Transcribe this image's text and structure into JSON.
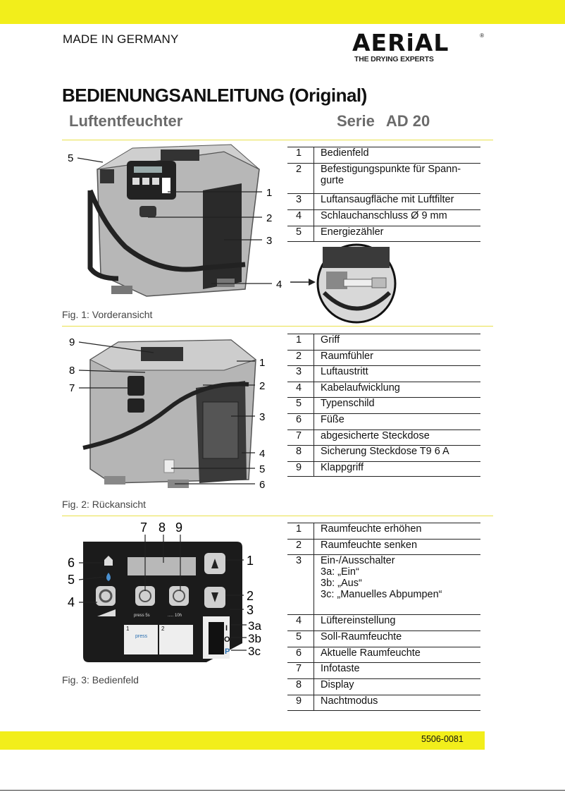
{
  "header": {
    "made_in": "MADE IN GERMANY",
    "logo_word": "AERiAL",
    "logo_reg": "®",
    "logo_tagline": "THE DRYING EXPERTS"
  },
  "title": "BEDIENUNGSANLEITUNG (Original)",
  "subtitle": "Luftentfeuchter",
  "series_label": "Serie",
  "series_value": "AD 20",
  "section1": {
    "caption": "Fig. 1: Vorderansicht",
    "callouts": [
      "5",
      "1",
      "2",
      "3",
      "4"
    ],
    "parts": [
      {
        "num": "1",
        "text": "Bedienfeld"
      },
      {
        "num": "2",
        "text": "Befestigungspunkte für Spann-",
        "text2": "gurte"
      },
      {
        "num": "3",
        "text": "Luftansaugfläche mit Luftfilter"
      },
      {
        "num": "4",
        "text": "Schlauchanschluss Ø 9 mm"
      },
      {
        "num": "5",
        "text": "Energiezähler"
      }
    ]
  },
  "section2": {
    "caption": "Fig. 2: Rückansicht",
    "callouts": [
      "9",
      "8",
      "7",
      "1",
      "2",
      "3",
      "4",
      "5",
      "6"
    ],
    "parts": [
      {
        "num": "1",
        "text": "Griff"
      },
      {
        "num": "2",
        "text": "Raumfühler"
      },
      {
        "num": "3",
        "text": "Luftaustritt"
      },
      {
        "num": "4",
        "text": "Kabelaufwicklung"
      },
      {
        "num": "5",
        "text": "Typenschild"
      },
      {
        "num": "6",
        "text": "Füße"
      },
      {
        "num": "7",
        "text": "abgesicherte Steckdose"
      },
      {
        "num": "8",
        "text": "Sicherung Steckdose T9 6 A"
      },
      {
        "num": "9",
        "text": "Klappgriff"
      }
    ]
  },
  "section3": {
    "caption": "Fig. 3: Bedienfeld",
    "callouts": [
      "7",
      "8",
      "9",
      "6",
      "5",
      "4",
      "1",
      "2",
      "3",
      "3a",
      "3b",
      "3c"
    ],
    "panel_labels": [
      "press 5s",
      "..... 10h",
      "1",
      "2",
      "press",
      "P",
      "I",
      "O"
    ],
    "parts": [
      {
        "num": "1",
        "text": "Raumfeuchte erhöhen"
      },
      {
        "num": "2",
        "text": "Raumfeuchte senken"
      },
      {
        "num": "3",
        "text": "Ein-/Ausschalter",
        "subs": [
          "3a: „Ein“",
          "3b: „Aus“",
          "3c: „Manuelles Abpumpen“"
        ]
      },
      {
        "num": "4",
        "text": "Lüftereinstellung"
      },
      {
        "num": "5",
        "text": "Soll-Raumfeuchte"
      },
      {
        "num": "6",
        "text": "Aktuelle Raumfeuchte"
      },
      {
        "num": "7",
        "text": "Infotaste"
      },
      {
        "num": "8",
        "text": "Display"
      },
      {
        "num": "9",
        "text": "Nachtmodus"
      }
    ]
  },
  "footer": {
    "doc_number": "5506-0081"
  },
  "colors": {
    "accent_yellow": "#f2ee1b",
    "subtitle_gray": "#6b6b6b"
  }
}
